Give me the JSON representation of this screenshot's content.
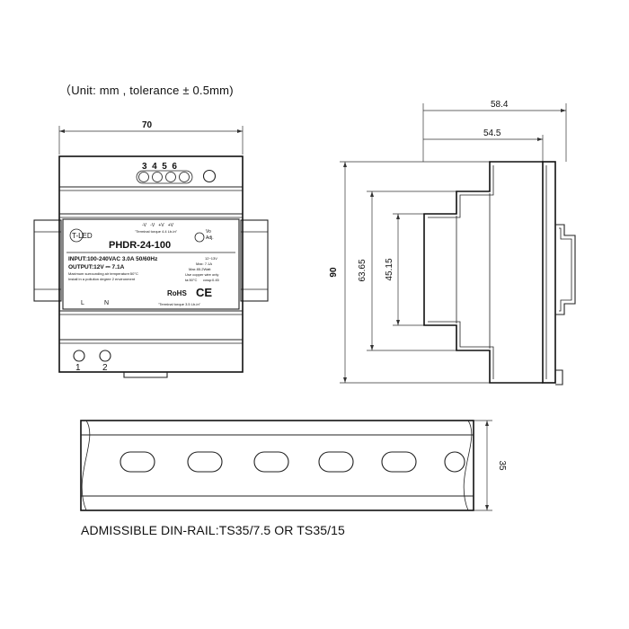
{
  "note": {
    "units": "（Unit: mm , tolerance ± 0.5mm)",
    "din_rail": "ADMISSIBLE DIN-RAIL:TS35/7.5 OR TS35/15"
  },
  "front_view": {
    "width_dim": "70",
    "output_terminals": "3  4  5  6",
    "logo_text": "T-LED",
    "voltage_labels": "-V   -V   +V   +V",
    "torque_top": "\"Terminal torque 4.4 Lb-in\"",
    "adj_label": "Vo\nAdj.",
    "vo_label": "Vo",
    "adj_text": "Adj.",
    "model": "PHDR-24-100",
    "input_spec": "INPUT:100-240VAC  3.0A  50/60Hz",
    "output_spec": "OUTPUT:12V ⎓ 7.1A",
    "note_line1": "Maximum surrounding air temperature:50°C",
    "note_line2": "Install in a  pollution degree 2 environment",
    "right_spec1": "12~13V",
    "right_spec2": "Max: 7.1A",
    "right_spec3": "Max 85.2Watt",
    "right_spec4": "Use copper wire only",
    "right_spec5": "ta:50°C      cosφ:0.45",
    "rohs": "RoHS",
    "ce": "CE",
    "torque_bottom": "\"Terminal torque 3.5 Lb-in\"",
    "input_l": "L",
    "input_n": "N",
    "terminal_1": "1",
    "terminal_2": "2"
  },
  "side_view": {
    "depth_total": "58.4",
    "depth_body": "54.5",
    "height_total": "90",
    "height_mid": "63.65",
    "height_inner": "45.15"
  },
  "rail_view": {
    "height_dim": "35"
  }
}
